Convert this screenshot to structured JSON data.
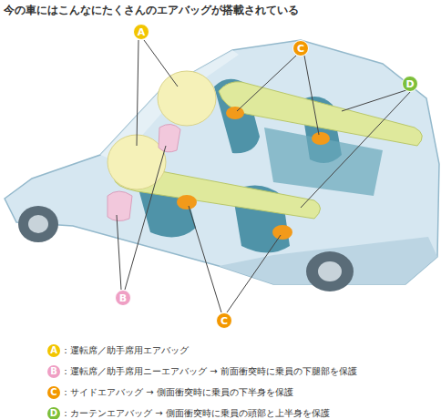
{
  "diagram": {
    "title": "今の車にはこんなにたくさんのエアバッグが搭載されている",
    "nodes": [
      {
        "text": [
          "A"
        ]
      },
      {
        "text": [
          "C"
        ]
      },
      {
        "text": [
          "D"
        ]
      },
      {
        "text": [
          "B"
        ]
      },
      {
        "text": [
          "C"
        ]
      }
    ],
    "labels": [
      "A",
      "B",
      "C",
      "D"
    ],
    "legend": [
      {
        "text": "：運転席／助手席用エアバッグ",
        "color": "#f2c500"
      },
      {
        "text": "：運転席／助手席用ニーエアバッグ → 前面衝突時に乗員の下腿部を保護",
        "color": "#ef9fc4"
      },
      {
        "text": "：サイドエアバッグ → 側面衝突時に乗員の下半身を保護",
        "color": "#f39800"
      },
      {
        "text": "：カーテンエアバッグ → 側面衝突時に乗員の頭部と上半身を保護",
        "color": "#7dbf3a"
      }
    ]
  }
}
